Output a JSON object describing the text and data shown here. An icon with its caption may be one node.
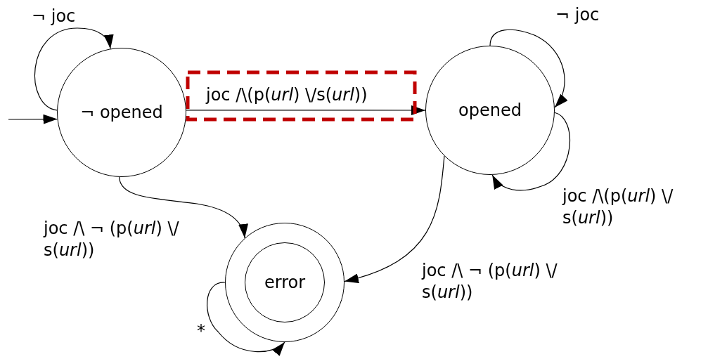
{
  "diagram": {
    "nodes": [
      {
        "text": [
          "¬ opened"
        ]
      },
      {
        "text": [
          "opened"
        ]
      },
      {
        "text": [
          "error"
        ]
      }
    ],
    "edges": [
      {
        "from": null,
        "to": 0,
        "arrow": "to"
      },
      {
        "from": 0,
        "to": 0,
        "arrow": "to",
        "label": "¬ joc"
      },
      {
        "from": 0,
        "to": 1,
        "arrow": "to",
        "label": "joc /\\(p(*url*) \\/s(*url*))"
      },
      {
        "from": 1,
        "to": 1,
        "arrow": "to",
        "label": "¬ joc"
      },
      {
        "from": 1,
        "to": 1,
        "arrow": "to",
        "label": "joc /\\(p(*url*) \\/ s(*url*))"
      },
      {
        "from": 0,
        "to": 2,
        "arrow": "to",
        "label": "joc /\\ ¬ (p(*url*) \\/ s(*url*))"
      },
      {
        "from": 1,
        "to": 2,
        "arrow": "to",
        "label": "joc /\\ ¬ (p(*url*) \\/ s(*url*))"
      },
      {
        "from": 2,
        "to": 2,
        "arrow": "to",
        "label": "*"
      }
    ]
  }
}
